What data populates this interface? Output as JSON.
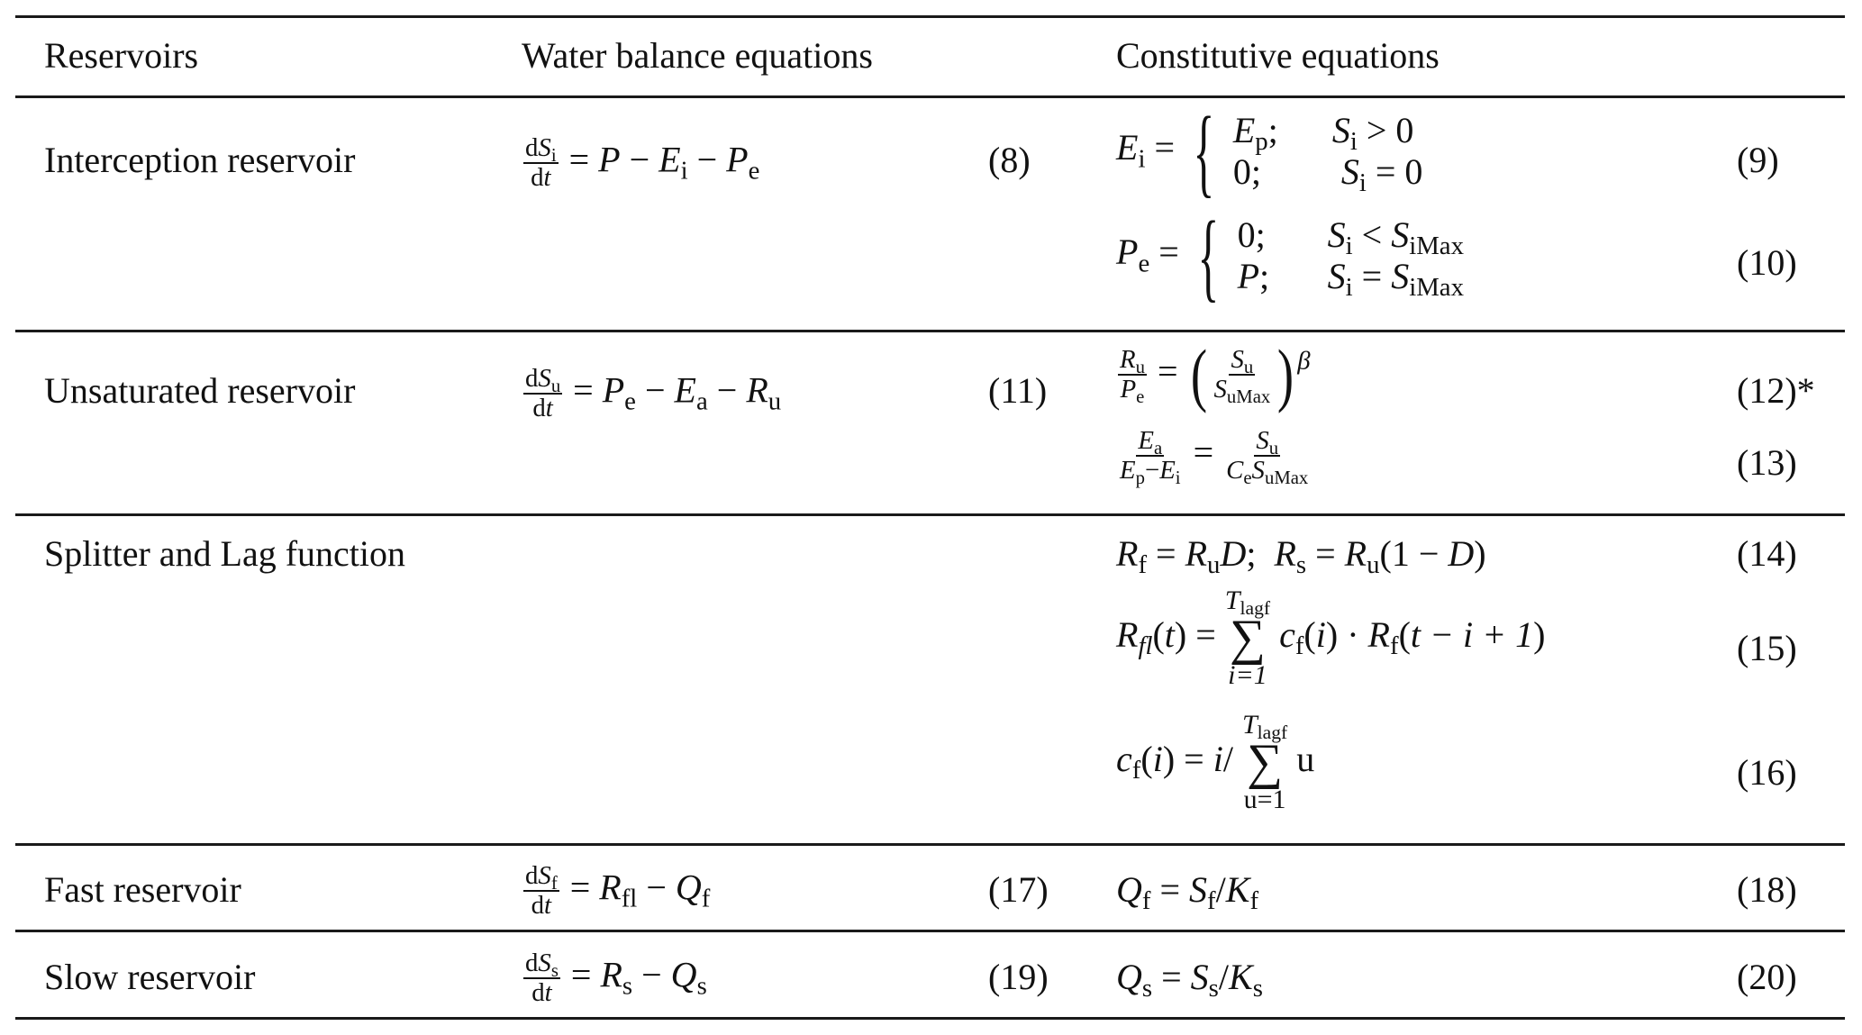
{
  "table": {
    "headers": [
      "Reservoirs",
      "Water balance equations",
      "Constitutive equations"
    ],
    "rows": [
      {
        "reservoir": "Interception reservoir",
        "water_balance": "dS_i/dt = P − E_i − P_e",
        "wb_number": "(8)",
        "constitutive": [
          {
            "eq": "E_i = { E_p; S_i > 0 | 0; S_i = 0 }",
            "number": "(9)"
          },
          {
            "eq": "P_e = { 0; S_i < S_iMax | P; S_i = S_iMax }",
            "number": "(10)"
          }
        ]
      },
      {
        "reservoir": "Unsaturated reservoir",
        "water_balance": "dS_u/dt = P_e − E_a − R_u",
        "wb_number": "(11)",
        "constitutive": [
          {
            "eq": "R_u/P_e = (S_u/S_uMax)^β",
            "number": "(12)*"
          },
          {
            "eq": "E_a/(E_p − E_i) = S_u/(C_e S_uMax)",
            "number": "(13)"
          }
        ]
      },
      {
        "reservoir": "Splitter and Lag function",
        "water_balance": "",
        "wb_number": "",
        "constitutive": [
          {
            "eq": "R_f = R_u D; R_s = R_u(1 − D)",
            "number": "(14)"
          },
          {
            "eq": "R_fl(t) = Σ_{i=1}^{T_lagf} c_f(i) · R_f(t − i + 1)",
            "number": "(15)"
          },
          {
            "eq": "c_f(i) = i / Σ_{u=1}^{T_lagf} u",
            "number": "(16)"
          }
        ]
      },
      {
        "reservoir": "Fast reservoir",
        "water_balance": "dS_f/dt = R_fl − Q_f",
        "wb_number": "(17)",
        "constitutive": [
          {
            "eq": "Q_f = S_f/K_f",
            "number": "(18)"
          }
        ]
      },
      {
        "reservoir": "Slow reservoir",
        "water_balance": "dS_s/dt = R_s − Q_s",
        "wb_number": "(19)",
        "constitutive": [
          {
            "eq": "Q_s = S_s/K_s",
            "number": "(20)"
          }
        ]
      }
    ]
  },
  "sym": {
    "eq": "=",
    "minus": "−",
    "plus": "+",
    "gt": ">",
    "lt": "<",
    "semi": ";",
    "cdot": "·",
    "beta": "β",
    "sigma": "∑",
    "slash": "/",
    "d": "d",
    "t": "t",
    "S": "S",
    "P": "P",
    "E": "E",
    "R": "R",
    "Q": "Q",
    "K": "K",
    "C": "C",
    "D": "D",
    "T": "T",
    "c": "c",
    "u": "u",
    "ii": "i",
    "zero": "0",
    "one": "1",
    "zero_semi": "0;",
    "P_semi": "P;",
    "lbrace": "{",
    "lparen": "(",
    "rparen": ")",
    "s_i": "i",
    "s_e": "e",
    "s_p": "p",
    "s_u": "u",
    "s_a": "a",
    "s_f": "f",
    "s_s": "s",
    "s_fl": "fl",
    "s_fl_it": "fl",
    "s_iMax": "iMax",
    "s_uMax": "uMax",
    "s_lagf": "lagf",
    "i_eq_1": "i=1",
    "u_eq_1": "u=1",
    "one_minus": "1 − ",
    "t_minus": "t − i + 1"
  }
}
